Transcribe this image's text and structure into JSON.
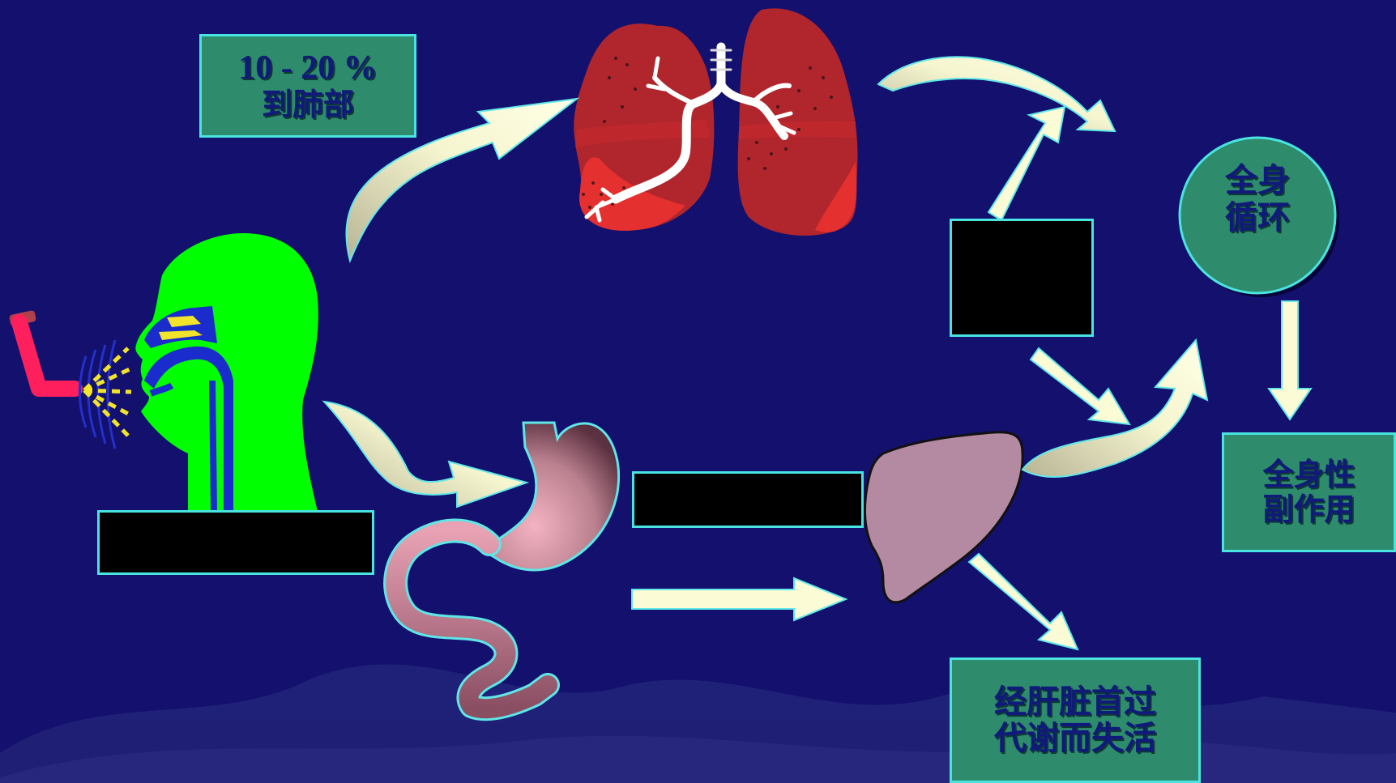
{
  "labels": {
    "lung_percent": "10 - 20 %",
    "lung_target": "到肺部",
    "circulation_line1": "全身",
    "circulation_line2": "循环",
    "side_effects_line1": "全身性",
    "side_effects_line2": "副作用",
    "first_pass_line1": "经肝脏首过",
    "first_pass_line2": "代谢而失活"
  },
  "colors": {
    "background": "#14106e",
    "box_fill": "#2e8b6c",
    "box_border": "#49e4e0",
    "box_text": "#101a7a",
    "arrow_fill": "#fbfbd6",
    "head_fill": "#00ff00",
    "lung_fill": "#b5272c",
    "stomach_fill": "#c08a96",
    "liver_fill": "#b48aa2"
  }
}
